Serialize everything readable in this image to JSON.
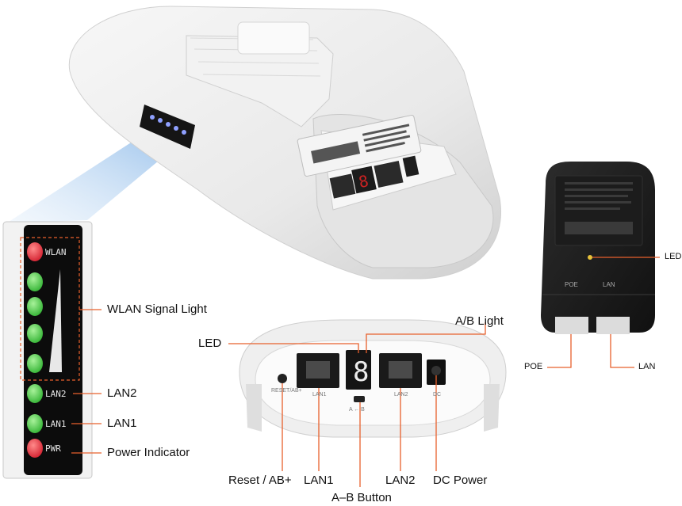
{
  "led_panel": {
    "leds": [
      {
        "label": "WLAN",
        "color": "red"
      },
      {
        "label": "",
        "color": "green"
      },
      {
        "label": "",
        "color": "green"
      },
      {
        "label": "",
        "color": "green"
      },
      {
        "label": "",
        "color": "green"
      },
      {
        "label": "LAN2",
        "color": "green"
      },
      {
        "label": "LAN1",
        "color": "green"
      },
      {
        "label": "PWR",
        "color": "red"
      }
    ]
  },
  "callouts": {
    "wlan_signal": "WLAN Signal Light",
    "lan2": "LAN2",
    "lan1": "LAN1",
    "power": "Power Indicator",
    "led": "LED",
    "ab_light": "A/B Light",
    "reset": "Reset / AB+",
    "port_lan1": "LAN1",
    "ab_button": "A–B Button",
    "port_lan2": "LAN2",
    "dc_power": "DC Power",
    "poe_led": "LED",
    "poe": "POE",
    "lan": "LAN"
  },
  "port_panel": {
    "reset_small": "RESET/AB+",
    "lan1_small": "LAN1",
    "ab_small": "A ← B",
    "lan2_small": "LAN2",
    "dc_small": "DC",
    "digit": "8"
  },
  "poe_adapter": {
    "poe_port_label": "POE",
    "lan_port_label": "LAN"
  },
  "colors": {
    "callout_line": "#e8602c",
    "led_red": "#e0283a",
    "led_green": "#3fc43f",
    "panel_bg": "#0c0c0c"
  }
}
